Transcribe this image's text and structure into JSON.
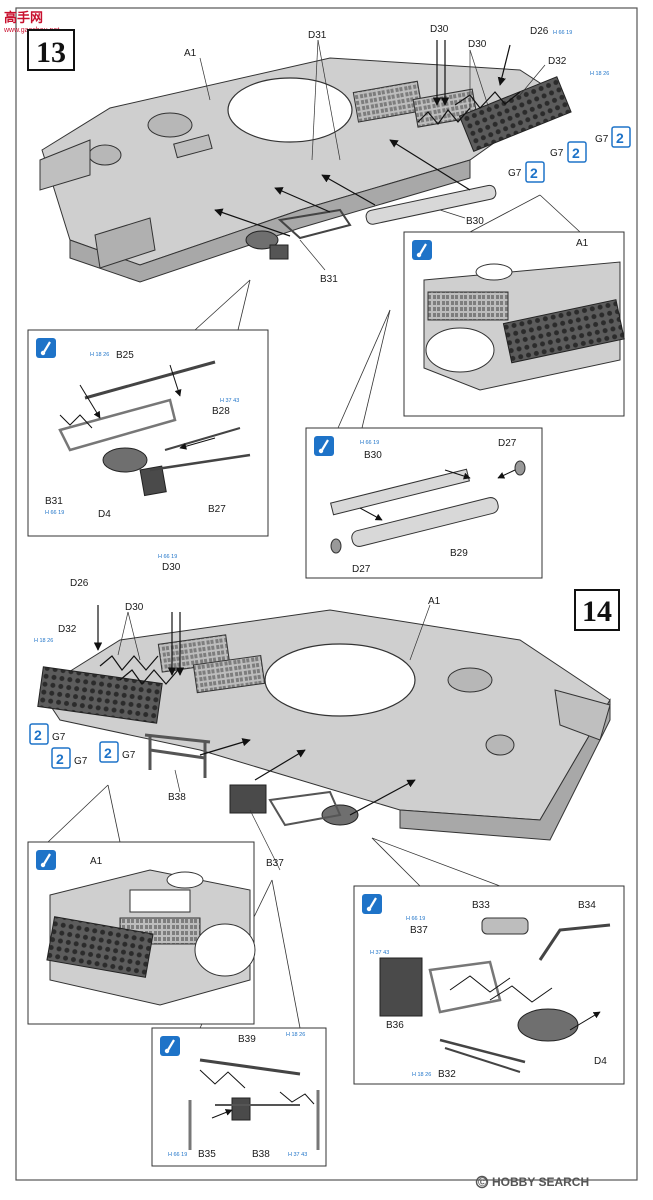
{
  "watermark": {
    "brand": "高手网",
    "url": "www.gaoshou.net"
  },
  "footer": {
    "logo_text": "HOBBY SEARCH",
    "copyright": "©"
  },
  "steps": [
    {
      "number": "13"
    },
    {
      "number": "14"
    }
  ],
  "step13": {
    "labels": {
      "a1": "A1",
      "d31": "D31",
      "d30": "D30",
      "d30b": "D30",
      "d26": "D26",
      "d32": "D32",
      "g7a": "G7",
      "g7b": "G7",
      "g7c": "G7",
      "b30": "B30",
      "b31": "B31"
    },
    "refs": {
      "d26": "H 66 19",
      "d32": "H 18 26"
    },
    "qty": {
      "g7a": "2",
      "g7b": "2",
      "g7c": "2"
    }
  },
  "inset_a": {
    "labels": {
      "b25": "B25",
      "b28": "B28",
      "b31": "B31",
      "d4": "D4",
      "b27": "B27"
    },
    "refs": {
      "b25": "H 18 26",
      "b28": "H 37 43",
      "b31": "H 66 19"
    }
  },
  "inset_b": {
    "labels": {
      "a1": "A1"
    }
  },
  "inset_c": {
    "labels": {
      "b30": "B30",
      "d27a": "D27",
      "b29": "B29",
      "d27b": "D27"
    },
    "refs": {
      "b30": "H 66 19"
    }
  },
  "step14": {
    "labels": {
      "d30": "D30",
      "d26": "D26",
      "d32": "D32",
      "d30b": "D30",
      "a1": "A1",
      "g7a": "G7",
      "g7b": "G7",
      "g7c": "G7",
      "b38": "B38",
      "b37": "B37"
    },
    "refs": {
      "d30": "H 66 19",
      "d32": "H 18 26"
    },
    "qty": {
      "g7a": "2",
      "g7b": "2",
      "g7c": "2"
    }
  },
  "inset_d": {
    "labels": {
      "a1": "A1"
    }
  },
  "inset_e": {
    "labels": {
      "b39": "B39",
      "b35": "B35",
      "b38": "B38"
    },
    "refs": {
      "b39": "H 18 26",
      "b35": "H 66 19",
      "b38": "H 37 43"
    }
  },
  "inset_f": {
    "labels": {
      "b33": "B33",
      "b34": "B34",
      "b37": "B37",
      "b36": "B36",
      "b32": "B32",
      "d4": "D4"
    },
    "refs": {
      "b37": "H 66 19",
      "b36": "H 37 43",
      "b32": "H 18 26"
    }
  },
  "colors": {
    "paint_blue": "#1e73c8",
    "hull_gray": "#c9c9c9",
    "line": "#222222",
    "watermark_red": "#c8102e"
  },
  "icons": [
    "paint-brush-icon",
    "quantity-x2-icon",
    "hobby-search-logo-icon"
  ]
}
